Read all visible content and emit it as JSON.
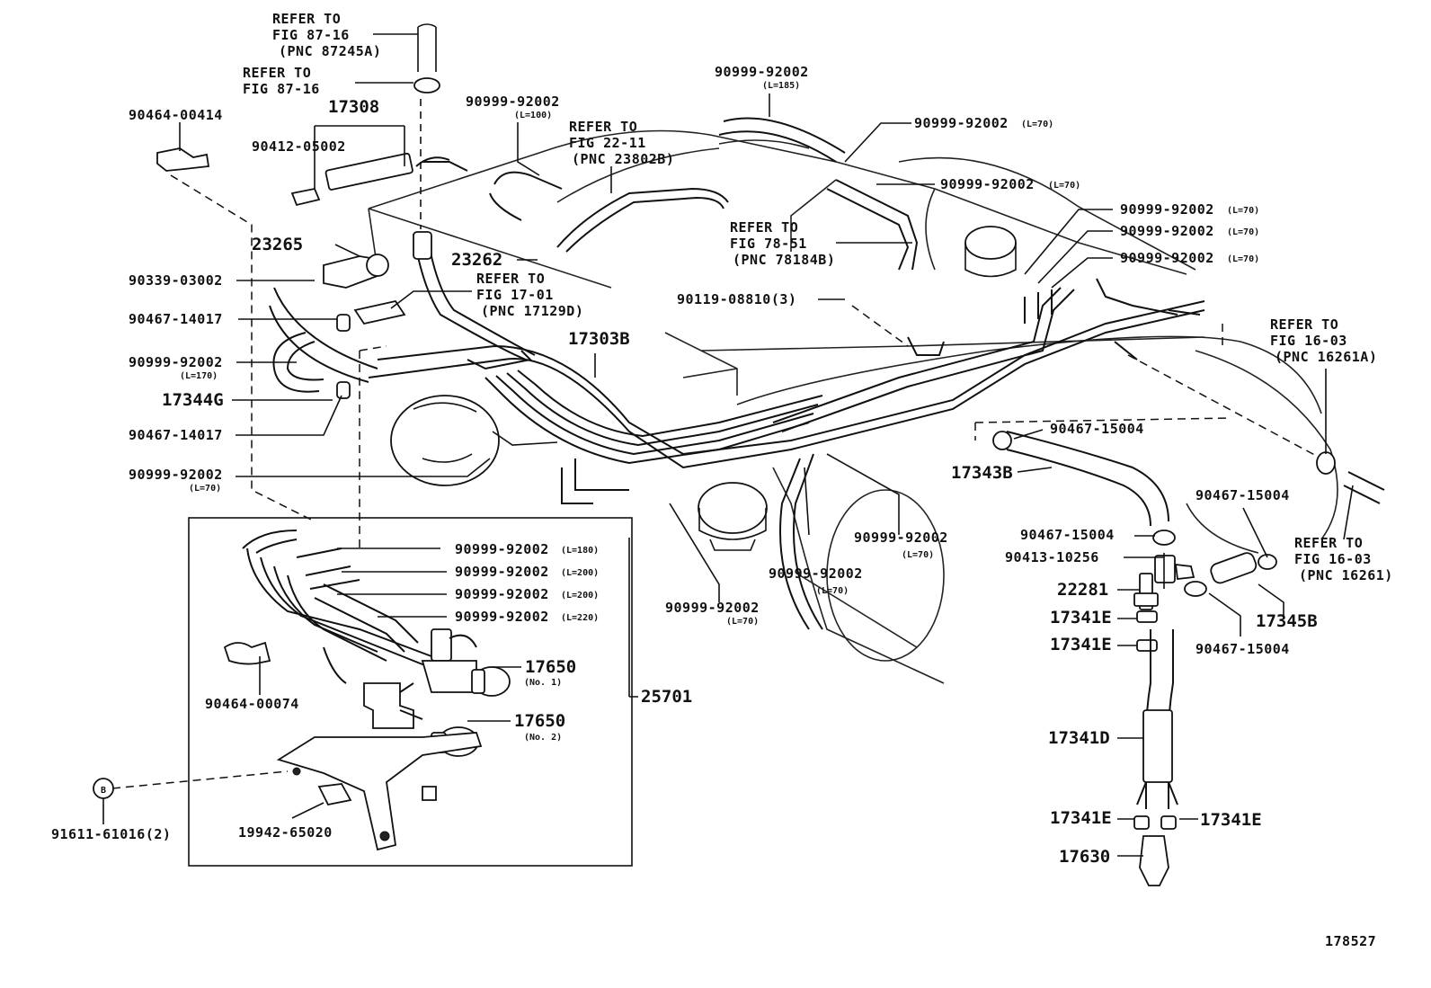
{
  "labels": {
    "refer_87_16a": [
      "REFER TO",
      "FIG 87-16",
      "(PNC 87245A)"
    ],
    "refer_87_16b": [
      "REFER TO",
      "FIG 87-16"
    ],
    "p90464_00414": "90464-00414",
    "p17308": "17308",
    "p90412_05002": "90412-05002",
    "p23265": "23265",
    "p23262": "23262",
    "p90339_03002": "90339-03002",
    "p90467_14017a": "90467-14017",
    "p90999_l170": "90999-92002",
    "l170": "(L=170)",
    "p17344g": "17344G",
    "p90467_14017b": "90467-14017",
    "p90999_l70_left": "90999-92002",
    "l70_left": "(L=70)",
    "refer_17_01": [
      "REFER TO",
      "FIG 17-01",
      "(PNC 17129D)"
    ],
    "p90999_l100": "90999-92002",
    "l100": "(L=100)",
    "refer_22_11": [
      "REFER TO",
      "FIG 22-11",
      "(PNC 23802B)"
    ],
    "p90999_l185": "90999-92002",
    "l185": "(L=185)",
    "p90999_l70_a": "90999-92002",
    "l70_a": "(L=70)",
    "p90999_l70_b": "90999-92002",
    "l70_b": "(L=70)",
    "p90999_l70_c": "90999-92002",
    "l70_c": "(L=70)",
    "p90999_l70_d": "90999-92002",
    "l70_d": "(L=70)",
    "p90999_l70_e": "90999-92002",
    "l70_e": "(L=70)",
    "refer_78_51": [
      "REFER TO",
      "FIG 78-51",
      "(PNC 78184B)"
    ],
    "p90119_08810": "90119-08810(3)",
    "p17303b": "17303B",
    "refer_16_03a": [
      "REFER TO",
      "FIG 16-03",
      "(PNC 16261A)"
    ],
    "p90467_15004a": "90467-15004",
    "p17343b": "17343B",
    "p90467_15004b": "90467-15004",
    "p90467_15004c": "90467-15004",
    "p90413_10256": "90413-10256",
    "refer_16_03b": [
      "REFER TO",
      "FIG 16-03",
      "(PNC 16261)"
    ],
    "p22281": "22281",
    "p17341e_a": "17341E",
    "p17341e_b": "17341E",
    "p17345b": "17345B",
    "p90467_15004d": "90467-15004",
    "p17341d": "17341D",
    "p17341e_c": "17341E",
    "p17341e_d": "17341E",
    "p17630": "17630",
    "p90999_l70_f": "90999-92002",
    "l70_f": "(L=70)",
    "p90999_l70_g": "90999-92002",
    "l70_g": "(L=70)",
    "p90999_l70_h": "90999-92002",
    "l70_h": "(L=70)",
    "p90999_l180": "90999-92002",
    "l180": "(L=180)",
    "p90999_l200a": "90999-92002",
    "l200a": "(L=200)",
    "p90999_l200b": "90999-92002",
    "l200b": "(L=200)",
    "p90999_l220": "90999-92002",
    "l220": "(L=220)",
    "p90464_00074": "90464-00074",
    "p17650a": "17650",
    "no1": "(No. 1)",
    "p17650b": "17650",
    "no2": "(No. 2)",
    "p25701": "25701",
    "p91611_61016": "91611-61016(2)",
    "p19942_65020": "19942-65020",
    "figure_number": "178527"
  }
}
